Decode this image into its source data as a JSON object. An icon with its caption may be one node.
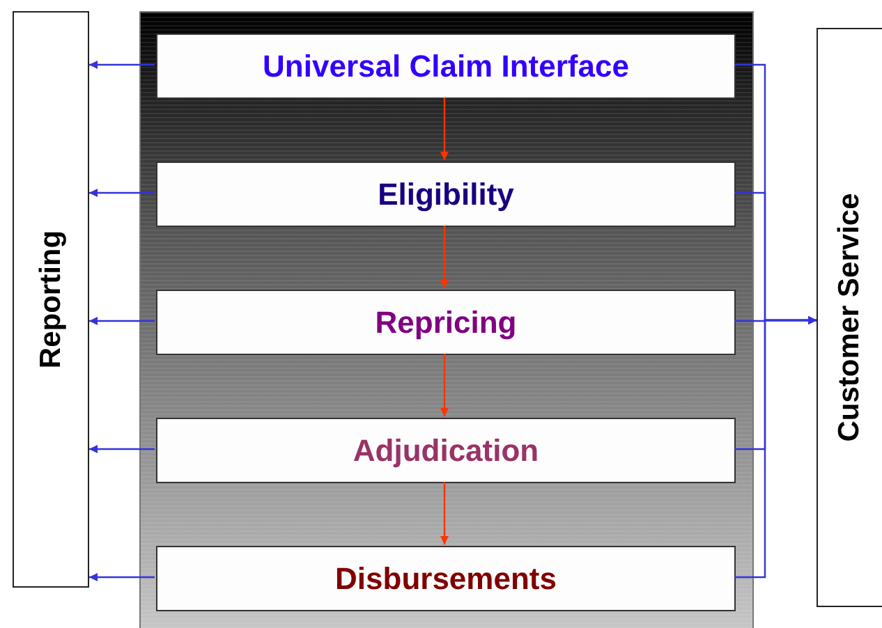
{
  "diagram": {
    "nodes": [
      {
        "text": [
          "Reporting"
        ]
      },
      {
        "text": [],
        "shape": "box"
      },
      {
        "text": [
          "Universal Claim Interface"
        ],
        "in": 1
      },
      {
        "text": [
          "Eligibility"
        ],
        "in": 1
      },
      {
        "text": [
          "Repricing"
        ],
        "in": 1
      },
      {
        "text": [
          "Adjudication"
        ],
        "in": 1
      },
      {
        "text": [
          "Disbursements"
        ],
        "in": 1
      },
      {
        "text": [
          "Customer Service"
        ]
      }
    ],
    "edges": [
      {
        "from": 2,
        "to": 3,
        "arrow": "to",
        "color": "#ff3300"
      },
      {
        "from": 3,
        "to": 4,
        "arrow": "to",
        "color": "#ff3300"
      },
      {
        "from": 4,
        "to": 5,
        "arrow": "to",
        "color": "#ff3300"
      },
      {
        "from": 5,
        "to": 6,
        "arrow": "to",
        "color": "#ff3300"
      },
      {
        "from": 2,
        "to": 0,
        "arrow": "to"
      },
      {
        "from": 3,
        "to": 0,
        "arrow": "to"
      },
      {
        "from": 4,
        "to": 0,
        "arrow": "to"
      },
      {
        "from": 5,
        "to": 0,
        "arrow": "to"
      },
      {
        "from": 6,
        "to": 0,
        "arrow": "to"
      },
      {
        "from": 2,
        "to": 7,
        "arrow": "to"
      },
      {
        "from": 3,
        "to": 7,
        "arrow": "to"
      },
      {
        "from": 4,
        "to": 7,
        "arrow": "to"
      },
      {
        "from": 5,
        "to": 7,
        "arrow": "to"
      },
      {
        "from": 6,
        "to": 7,
        "arrow": "to"
      }
    ]
  }
}
